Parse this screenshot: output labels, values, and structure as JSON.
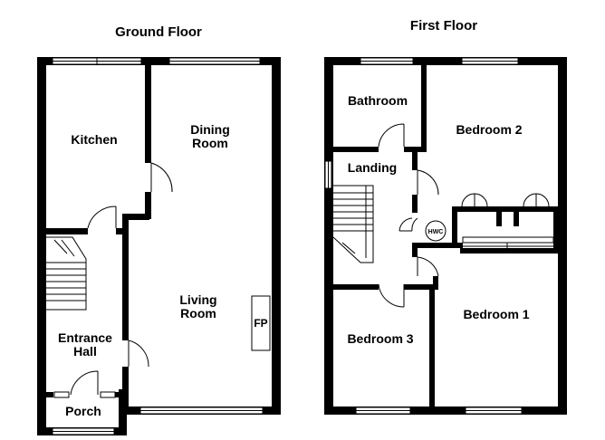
{
  "floors": {
    "ground": {
      "title": "Ground Floor",
      "rooms": {
        "kitchen": "Kitchen",
        "dining_line1": "Dining",
        "dining_line2": "Room",
        "living_line1": "Living",
        "living_line2": "Room",
        "fireplace": "FP",
        "hall_line1": "Entrance",
        "hall_line2": "Hall",
        "porch": "Porch"
      }
    },
    "first": {
      "title": "First Floor",
      "rooms": {
        "bathroom": "Bathroom",
        "bedroom2": "Bedroom 2",
        "landing": "Landing",
        "hwc": "HWC",
        "bedroom3": "Bedroom 3",
        "bedroom1": "Bedroom 1"
      }
    }
  }
}
